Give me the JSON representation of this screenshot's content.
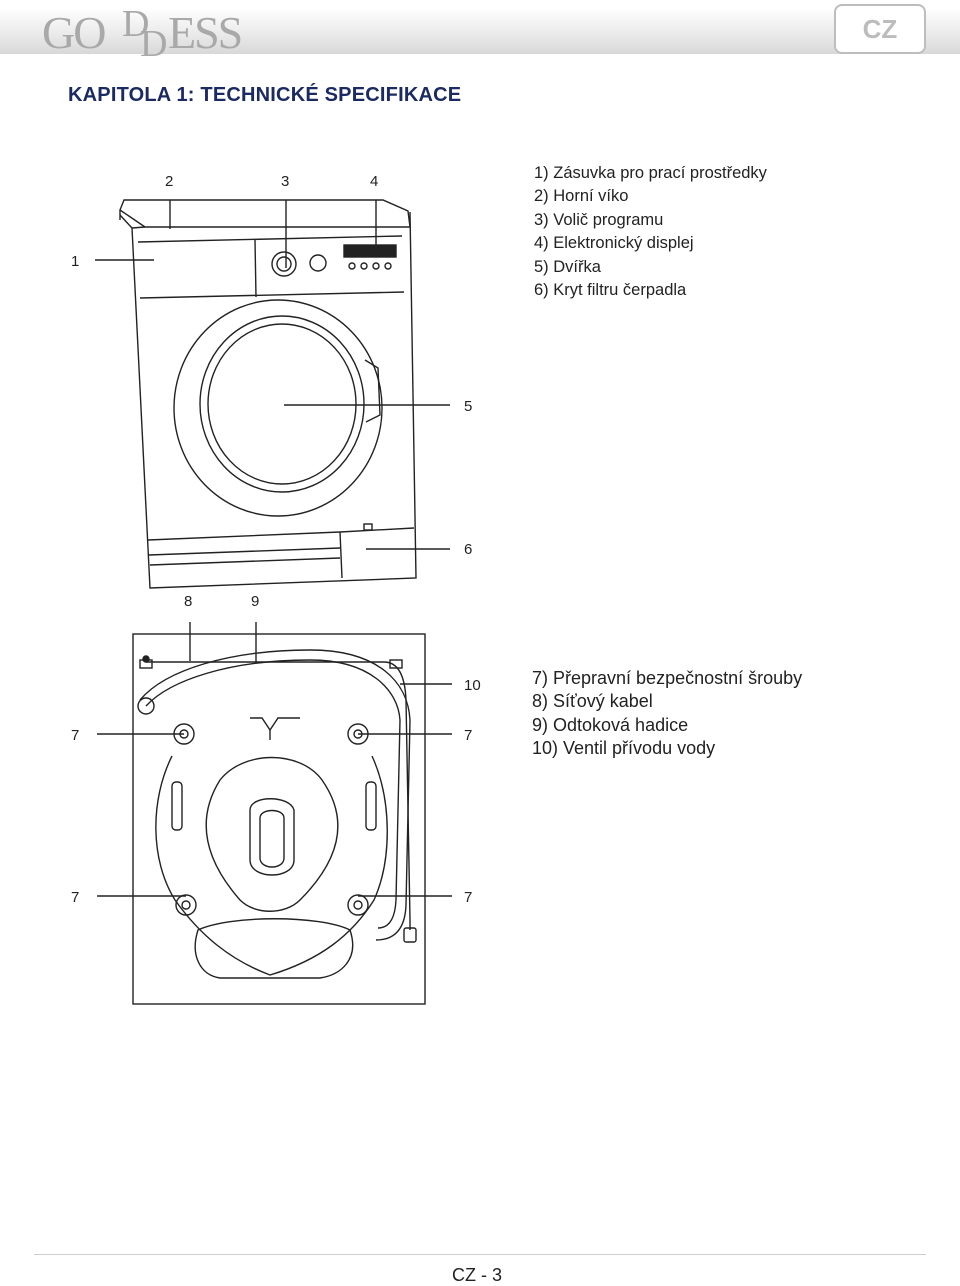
{
  "header": {
    "logo_text": "GODDESS",
    "language_code": "CZ"
  },
  "chapter_title": "KAPITOLA 1: TECHNICKÉ SPECIFIKACE",
  "front_view": {
    "callouts": [
      "1",
      "2",
      "3",
      "4",
      "5",
      "6"
    ],
    "legend": [
      "1)  Zásuvka pro prací prostředky",
      "2)  Horní víko",
      "3)  Volič programu",
      "4)  Elektronický displej",
      "5)  Dvířka",
      "6)  Kryt filtru čerpadla"
    ]
  },
  "back_view": {
    "callouts": [
      "8",
      "9",
      "10",
      "7",
      "7",
      "7",
      "7"
    ],
    "legend": [
      "7)  Přepravní bezpečnostní šrouby",
      "8)  Síťový kabel",
      "9)  Odtoková hadice",
      "10) Ventil přívodu vody"
    ]
  },
  "footer": {
    "page_number": "CZ - 3"
  }
}
